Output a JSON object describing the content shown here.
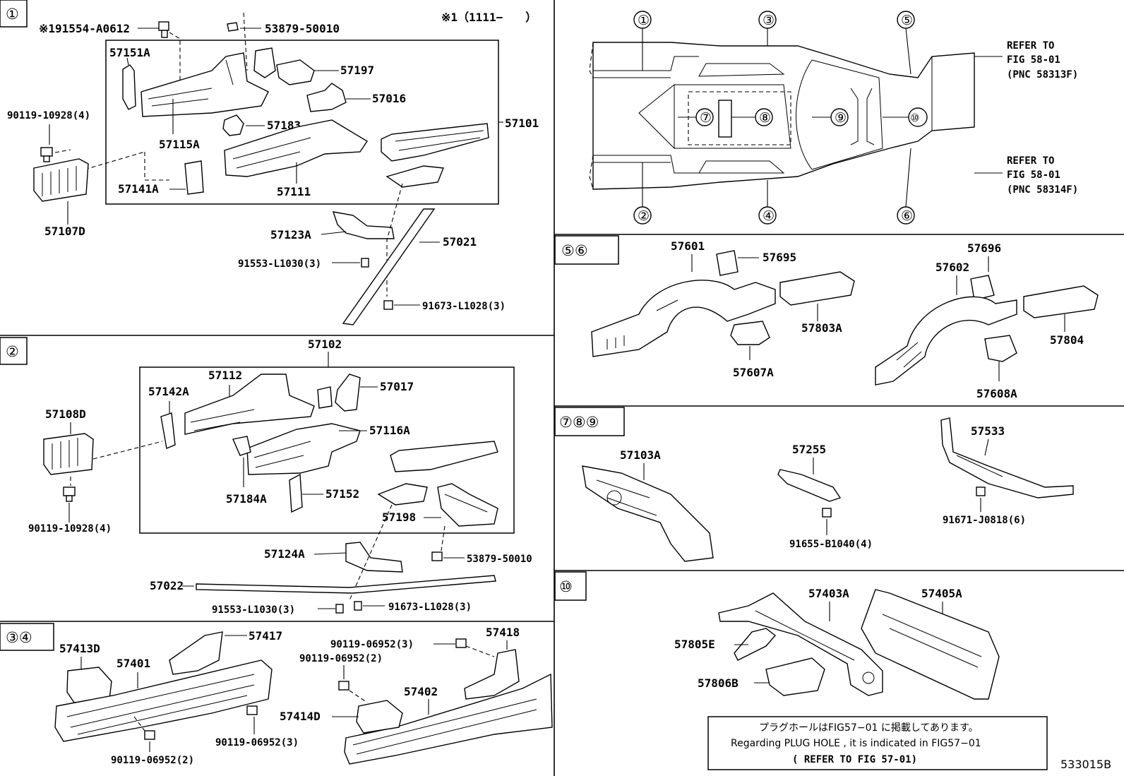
{
  "header": {
    "note_left": "※191554-A0612",
    "note_top": "※1（1111−　　）"
  },
  "sections": {
    "s1": "①",
    "s2": "②",
    "s34": "③④",
    "s56": "⑤⑥",
    "s789": "⑦⑧⑨",
    "s10": "⑩"
  },
  "s1_labels": {
    "p53879": "53879-50010",
    "p57151A": "57151A",
    "p57197": "57197",
    "p57016": "57016",
    "p90119": "90119-10928(4)",
    "p57183": "57183",
    "p57101": "57101",
    "p57115A": "57115A",
    "p57141A": "57141A",
    "p57111": "57111",
    "p57107D": "57107D",
    "p57123A": "57123A",
    "p57021": "57021",
    "p91553": "91553-L1030(3)",
    "p91673": "91673-L1028(3)"
  },
  "s2_labels": {
    "p57102": "57102",
    "p57112": "57112",
    "p57017": "57017",
    "p57142A": "57142A",
    "p57108D": "57108D",
    "p57116A": "57116A",
    "p57184A": "57184A",
    "p57152": "57152",
    "p57198": "57198",
    "p90119": "90119-10928(4)",
    "p57124A": "57124A",
    "p53879": "53879-50010",
    "p57022": "57022",
    "p91553": "91553-L1030(3)",
    "p91673": "91673-L1028(3)"
  },
  "s34_labels": {
    "p57413D": "57413D",
    "p57417": "57417",
    "p57401": "57401",
    "p90119a": "90119-06952(3)",
    "p90119b": "90119-06952(2)",
    "p57418": "57418",
    "p57402": "57402",
    "p57414D": "57414D",
    "p90119c": "90119-06952(3)",
    "p90119d": "90119-06952(2)"
  },
  "overview": {
    "c1": "①",
    "c2": "②",
    "c3": "③",
    "c4": "④",
    "c5": "⑤",
    "c6": "⑥",
    "c7": "⑦",
    "c8": "⑧",
    "c9": "⑨",
    "c10": "⑩",
    "refer1a": "REFER TO",
    "refer1b": "FIG 58-01",
    "refer1c": "(PNC 58313F)",
    "refer2a": "REFER TO",
    "refer2b": "FIG 58-01",
    "refer2c": "(PNC 58314F)"
  },
  "s56_labels": {
    "p57601": "57601",
    "p57695": "57695",
    "p57803A": "57803A",
    "p57607A": "57607A",
    "p57696": "57696",
    "p57602": "57602",
    "p57804": "57804",
    "p57608A": "57608A"
  },
  "s789_labels": {
    "p57103A": "57103A",
    "p57255": "57255",
    "p57533": "57533",
    "p91655": "91655-B1040(4)",
    "p91671": "91671-J0818(6)"
  },
  "s10_labels": {
    "p57403A": "57403A",
    "p57405A": "57405A",
    "p57805E": "57805E",
    "p57806B": "57806B"
  },
  "note": {
    "jp": "プラグホールはFIG57−01 に掲載してあります。",
    "en": "Regarding PLUG HOLE , it is indicated in FIG57−01",
    "ref": "( REFER TO FIG 57-01)"
  },
  "figure_id": "533015B"
}
